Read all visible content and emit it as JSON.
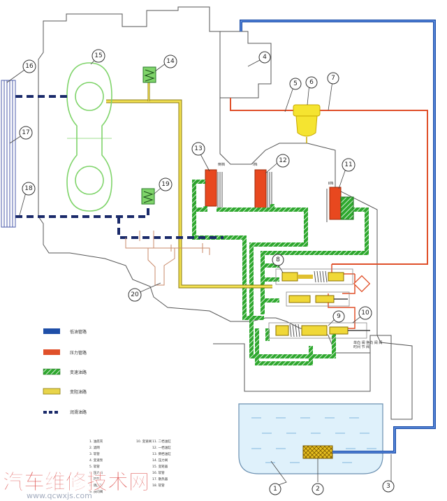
{
  "labels": {
    "gear_reverse": "倒档",
    "gear_first": "Ⅰ档",
    "gear_second": "Ⅱ档",
    "valve_small": "单向 阀 换向 阀 阀",
    "valve_tag": "时间 节 阀"
  },
  "legend": [
    {
      "label": "低油管路",
      "color": "#1f4fa8",
      "pattern": "solid"
    },
    {
      "label": "压力管路",
      "color": "#e0502a",
      "pattern": "solid"
    },
    {
      "label": "变速油路",
      "color": "#2ea82e",
      "pattern": "hatch"
    },
    {
      "label": "变阻油路",
      "color": "#e8d44a",
      "pattern": "solid"
    },
    {
      "label": "润滑油路",
      "color": "#1a2a6a",
      "pattern": "dash"
    }
  ],
  "parts_list": [
    "1. 油底壳",
    "2. 滤网",
    "3. 软管",
    "4. 变速泵",
    "5. 软管",
    "6. 压力表",
    "7. 软管",
    "8. 调压阀",
    "9. 换向阀",
    "10. 变速阀",
    "11. 二档油缸",
    "12. 一档油缸",
    "13. 倒档油缸",
    "14. 压力阀",
    "15. 变矩器",
    "16. 软管",
    "17. 散热器",
    "18. 软管"
  ],
  "watermark": {
    "title": "汽车维修技术网",
    "url": "www.qcwxjs.com"
  },
  "colors": {
    "low_oil": "#1f4fa8",
    "pressure": "#e0502a",
    "shift": "#2ea82e",
    "converter": "#e8d44a",
    "lube": "#1a2a6a",
    "outline": "#555555",
    "sump_fluid": "#dff1fb"
  }
}
